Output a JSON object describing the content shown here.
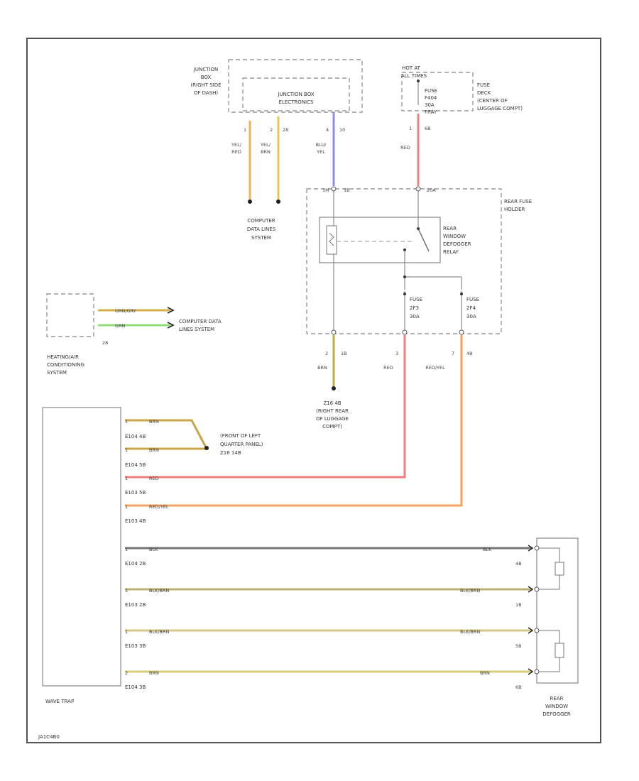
{
  "colors": {
    "yellow": "#e6c75a",
    "orange": "#f2b064",
    "blue": "#8d8fe3",
    "red": "#f27e7e",
    "brown_dark": "#c9a54a",
    "green": "#8fe07a",
    "tan": "#d4c48a",
    "gray": "#777777",
    "olive": "#b8b070",
    "red_yel": "#f3a060"
  },
  "junction_box": {
    "outer_label_1": "JUNCTION",
    "outer_label_2": "BOX",
    "outer_label_3": "(RIGHT SIDE",
    "outer_label_4": "OF DASH)",
    "inner_label_1": "JUNCTION BOX",
    "inner_label_2": "ELECTRONICS",
    "pin1": "1",
    "pin2": "2",
    "pin2b": "28",
    "pin3": "4",
    "pin3b": "10"
  },
  "fuse_top": {
    "hot_1": "HOT AT",
    "hot_2": "ALL TIMES",
    "fuse_1": "FUSE",
    "fuse_2": "F404",
    "fuse_3": "30A",
    "fuse_4": "FRAY",
    "side_1": "FUSE",
    "side_2": "DECK",
    "side_3": "(CENTER OF",
    "side_4": "LUGGAGE COMPT)",
    "pin": "1",
    "pinb": "6B"
  },
  "wires_top": {
    "w1a": "YEL/",
    "w1b": "RED",
    "w2a": "YEL/",
    "w2b": "BRN",
    "w3a": "BLU/",
    "w3b": "YEL",
    "w4": "RED"
  },
  "computer_data_1": {
    "l1": "COMPUTER",
    "l2": "DATA LINES",
    "l3": "SYSTEM"
  },
  "rear_fuse_holder": {
    "l1": "REAR FUSE",
    "l2": "HOLDER",
    "pin_top_left": "1M",
    "pin_top_leftb": "1B",
    "pin_top_right": "20A"
  },
  "relay": {
    "l1": "REAR",
    "l2": "WINDOW",
    "l3": "DEFOGGER",
    "l4": "RELAY"
  },
  "fuse_mid_left": {
    "l1": "FUSE",
    "l2": "2F3",
    "l3": "30A"
  },
  "fuse_mid_right": {
    "l1": "FUSE",
    "l2": "2F4",
    "l3": "30A"
  },
  "lower_pins": {
    "p1": "2",
    "p1b": "1B",
    "p2": "3",
    "p3": "7",
    "p3b": "4B"
  },
  "lower_wires": {
    "brn": "BRN",
    "red": "RED",
    "redyel": "RED/YEL"
  },
  "ground_z16": {
    "l1": "Z16 4B",
    "l2": "(RIGHT REAR",
    "l3": "OF LUGGAGE",
    "l4": "COMPT)"
  },
  "hvac": {
    "l1": "HEATING/AIR",
    "l2": "CONDITIONING",
    "l3": "SYSTEM",
    "pin": "28",
    "wire1": "GRN/GRY",
    "wire2": "GRN"
  },
  "computer_data_2": {
    "l1": "COMPUTER DATA",
    "l2": "LINES SYSTEM"
  },
  "wave_trap": {
    "label": "WAVE TRAP"
  },
  "ground_z16b": {
    "l1": "(FRONT OF LEFT",
    "l2": "QUARTER PANEL)",
    "l3": "Z16 14B"
  },
  "trap_rows": [
    {
      "pin": "1",
      "wire": "BRN",
      "conn": "E104 4B"
    },
    {
      "pin": "1",
      "wire": "BRN",
      "conn": "E104 5B"
    },
    {
      "pin": "1",
      "wire": "RED",
      "conn": "E103 5B"
    },
    {
      "pin": "1",
      "wire": "RED/YEL",
      "conn": "E103 4B"
    },
    {
      "pin": "1",
      "wire": "BLK",
      "conn": "E104 2B",
      "right_wire": "BLK",
      "right_pin": "4B"
    },
    {
      "pin": "1",
      "wire": "BLK/BRN",
      "conn": "E103 2B",
      "right_wire": "BLK/BRN",
      "right_pin": "1B"
    },
    {
      "pin": "1",
      "wire": "BLK/BRN",
      "conn": "E103 3B",
      "right_wire": "BLK/BRN",
      "right_pin": "5B"
    },
    {
      "pin": "2",
      "wire": "BRN",
      "conn": "E104 3B",
      "right_wire": "BRN",
      "right_pin": "6B"
    }
  ],
  "rear_defogger": {
    "l1": "REAR",
    "l2": "WINDOW",
    "l3": "DEFOGGER"
  },
  "footer": "JA1C4B0"
}
